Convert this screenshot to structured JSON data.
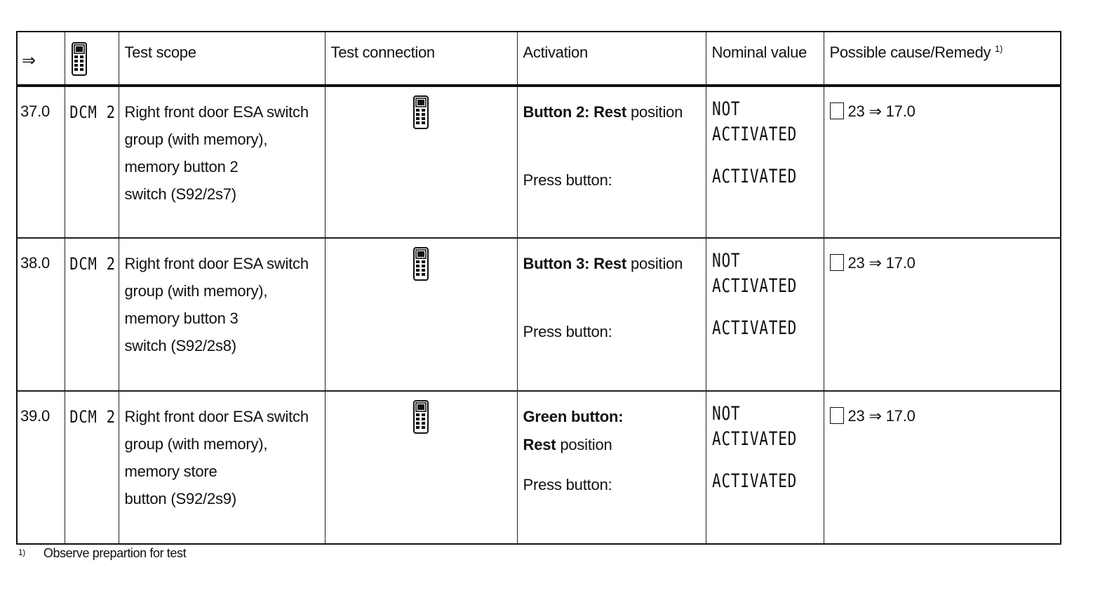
{
  "header": {
    "arrow": "⇒",
    "tester_icon": "handheld-tester-icon",
    "test_scope": "Test scope",
    "test_connection": "Test connection",
    "activation": "Activation",
    "nominal_value": "Nominal value",
    "remedy": "Possible cause/Remedy",
    "remedy_mark": "1)"
  },
  "rows": [
    {
      "step": "37.0",
      "module": "DCM 2",
      "scope": [
        "Right front door ESA switch",
        "group (with memory),",
        "memory button 2",
        "switch (S92/2s7)"
      ],
      "connection_icon": "handheld-tester-icon",
      "activation_line1_bold": "Button 2:",
      "activation_line1_rest_bold": "Rest",
      "activation_line1_tail": "position",
      "activation_line2": "",
      "activation_line2_tail": "",
      "press": "Press button:",
      "nominal_rest": [
        "NOT",
        "ACTIVATED"
      ],
      "nominal_press": "ACTIVATED",
      "remedy": "23 ⇒ 17.0"
    },
    {
      "step": "38.0",
      "module": "DCM 2",
      "scope": [
        "Right front door ESA switch",
        "group (with memory),",
        "memory button 3",
        "switch (S92/2s8)"
      ],
      "connection_icon": "handheld-tester-icon",
      "activation_line1_bold": "Button 3:",
      "activation_line1_rest_bold": "Rest",
      "activation_line1_tail": "position",
      "activation_line2": "",
      "activation_line2_tail": "",
      "press": "Press button:",
      "nominal_rest": [
        "NOT",
        "ACTIVATED"
      ],
      "nominal_press": "ACTIVATED",
      "remedy": "23 ⇒ 17.0"
    },
    {
      "step": "39.0",
      "module": "DCM 2",
      "scope": [
        "Right front door ESA switch",
        "group (with memory),",
        "memory store",
        "button (S92/2s9)"
      ],
      "connection_icon": "handheld-tester-icon",
      "activation_line1_bold": "Green button:",
      "activation_line1_rest_bold": "",
      "activation_line1_tail": "",
      "activation_line2": "Rest",
      "activation_line2_tail": "position",
      "press": "Press button:",
      "nominal_rest": [
        "NOT",
        "ACTIVATED"
      ],
      "nominal_press": "ACTIVATED",
      "remedy": "23 ⇒ 17.0"
    }
  ],
  "footnote": {
    "mark": "1)",
    "text": "Observe prepartion for test"
  }
}
